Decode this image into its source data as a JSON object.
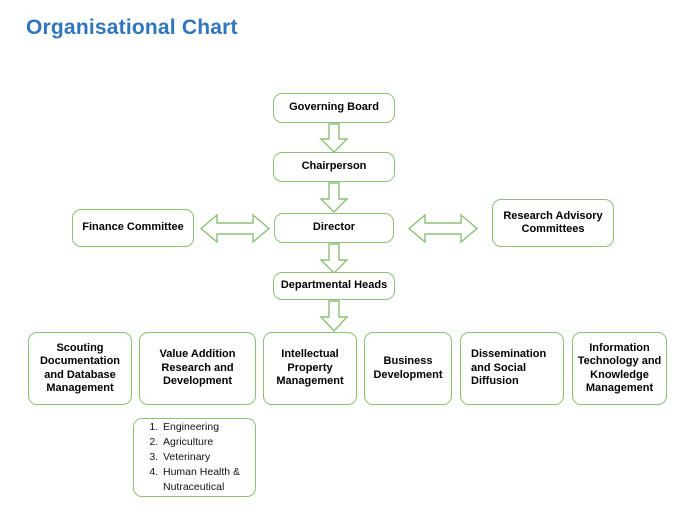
{
  "page": {
    "title": "Organisational Chart",
    "title_color": "#2f76bd",
    "node_border_color": "#8cc077",
    "arrow_color": "#8cc077",
    "background": "#ffffff"
  },
  "chart_data": {
    "type": "diagram",
    "title": "Organisational Chart",
    "nodes": [
      {
        "id": "governing-board",
        "label": "Governing Board",
        "level": 1
      },
      {
        "id": "chairperson",
        "label": "Chairperson",
        "level": 2
      },
      {
        "id": "finance-committee",
        "label": "Finance Committee",
        "level": 3
      },
      {
        "id": "director",
        "label": "Director",
        "level": 3
      },
      {
        "id": "research-advisory-committees",
        "label": "Research Advisory Committees",
        "level": 3
      },
      {
        "id": "departmental-heads",
        "label": "Departmental Heads",
        "level": 4
      },
      {
        "id": "scouting-documentation-and-database-management",
        "label": "Scouting Documentation and Database Management",
        "level": 5
      },
      {
        "id": "value-addition-research-and-development",
        "label": "Value Addition Research and Development",
        "level": 5
      },
      {
        "id": "intellectual-property-management",
        "label": "Intellectual Property Management",
        "level": 5
      },
      {
        "id": "business-development",
        "label": "Business Development",
        "level": 5
      },
      {
        "id": "dissemination-and-social-diffusion",
        "label": "Dissemination and Social Diffusion",
        "level": 5
      },
      {
        "id": "information-technology-and-knowledge-management",
        "label": "Information Technology and Knowledge Management",
        "level": 5
      },
      {
        "id": "value-addition-subitems",
        "label": "Engineering; Agriculture; Veterinary; Human Health & Nutraceutical",
        "level": 6
      }
    ],
    "edges": [
      {
        "from": "governing-board",
        "to": "chairperson",
        "style": "down-block-arrow"
      },
      {
        "from": "chairperson",
        "to": "director",
        "style": "down-block-arrow"
      },
      {
        "from": "finance-committee",
        "to": "director",
        "style": "double-headed-block-arrow"
      },
      {
        "from": "director",
        "to": "research-advisory-committees",
        "style": "double-headed-block-arrow"
      },
      {
        "from": "director",
        "to": "departmental-heads",
        "style": "down-block-arrow"
      },
      {
        "from": "departmental-heads",
        "to": "intellectual-property-management",
        "style": "down-block-arrow"
      }
    ]
  },
  "nodes": {
    "governing_board": "Governing Board",
    "chairperson": "Chairperson",
    "finance_committee": "Finance Committee",
    "director": "Director",
    "research_advisory_committees": "Research Advisory Committees",
    "departmental_heads": "Departmental Heads",
    "scouting": "Scouting Documentation and Database Management",
    "value_addition": "Value Addition Research and Development",
    "intellectual_property": "Intellectual Property Management",
    "business_development": "Business Development",
    "dissemination": "Dissemination and Social Diffusion",
    "information_technology": "Information Technology and Knowledge Management"
  },
  "value_addition_list": [
    "Engineering",
    "Agriculture",
    "Veterinary",
    "Human Health & Nutraceutical"
  ]
}
